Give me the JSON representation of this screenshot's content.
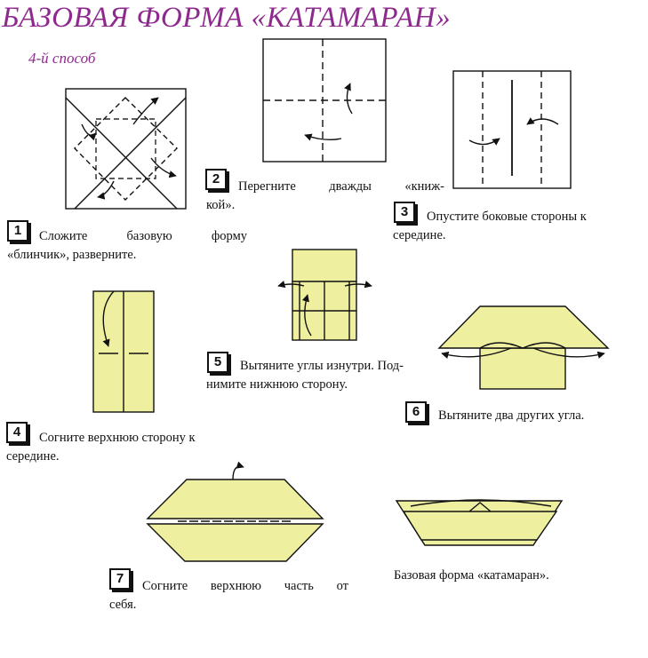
{
  "title": "БАЗОВАЯ ФОРМА «КАТАМАРАН»",
  "subtitle": "4-й способ",
  "colors": {
    "title": "#8e2a8e",
    "paper": "#eef0a0",
    "line": "#111111"
  },
  "steps": [
    {
      "num": "1",
      "line1": "Сложите базовую форму",
      "line2": "«блинчик», разверните."
    },
    {
      "num": "2",
      "line1": "Перегните дважды «книж-",
      "line2": "кой»."
    },
    {
      "num": "3",
      "line1": "Опустите боковые стороны к",
      "line2": "середине."
    },
    {
      "num": "4",
      "line1": "Согните верхнюю сторону к",
      "line2": "середине."
    },
    {
      "num": "5",
      "line1": "Вытяните углы изнутри. Под-",
      "line2": "нимите нижнюю сторону."
    },
    {
      "num": "6",
      "line1": "Вытяните два других угла."
    },
    {
      "num": "7",
      "line1": "Согните верхнюю часть от",
      "line2": "себя."
    }
  ],
  "final_caption": "Базовая форма «катамаран»."
}
